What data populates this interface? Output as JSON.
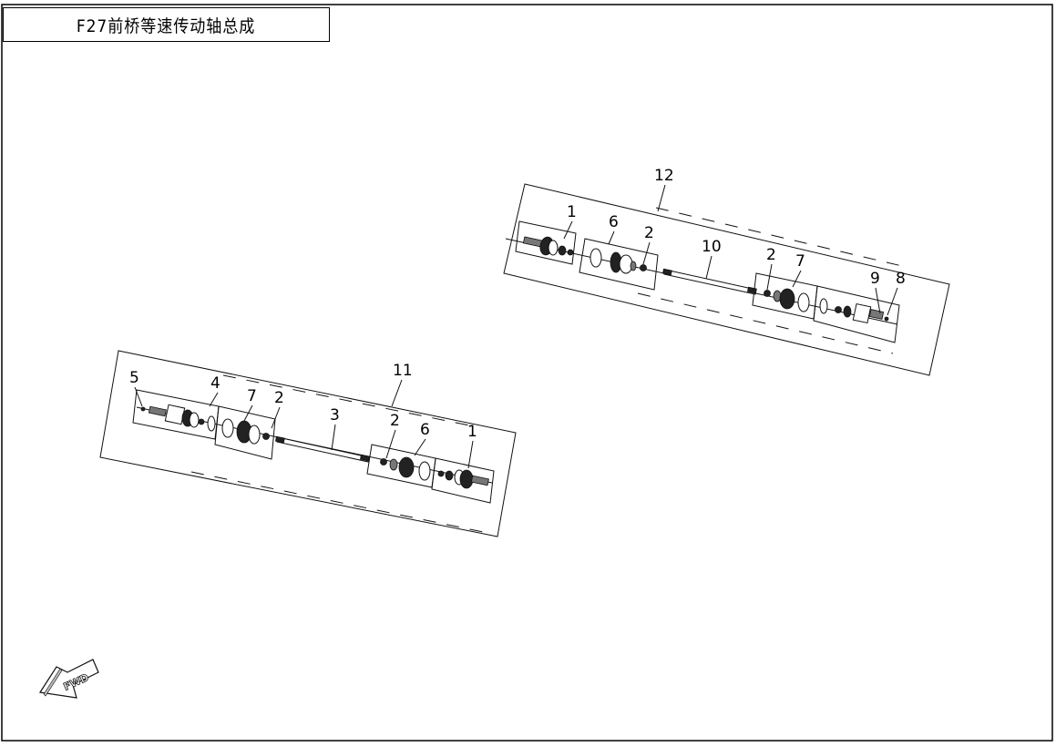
{
  "title": "F27前桥等速传动轴总成",
  "assemblies": [
    {
      "assembly_label": "11",
      "callouts": [
        "5",
        "4",
        "7",
        "2",
        "3",
        "2",
        "6",
        "1"
      ]
    },
    {
      "assembly_label": "12",
      "callouts": [
        "1",
        "6",
        "2",
        "10",
        "2",
        "7",
        "9",
        "8"
      ]
    }
  ],
  "direction_arrow": "FWD",
  "icons": {
    "direction": "fwd-arrow-icon"
  }
}
